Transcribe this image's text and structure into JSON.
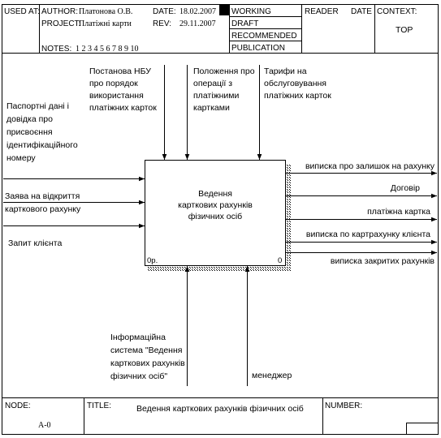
{
  "header": {
    "used_at": "USED AT:",
    "author_label": "AUTHOR:",
    "author_value": "Платонова О.В.",
    "date_label": "DATE:",
    "date_value": "18.02.2007",
    "project_label": "PROJECT:",
    "project_value": "Платіжні карти",
    "rev_label": "REV:",
    "rev_value": "29.11.2007",
    "notes_label": "NOTES:",
    "notes_value": "1 2 3 4 5 6 7 8 9 10",
    "status": [
      "WORKING",
      "DRAFT",
      "RECOMMENDED",
      "PUBLICATION"
    ],
    "reader_label": "READER",
    "reader_date_label": "DATE",
    "context_label": "CONTEXT:",
    "context_value": "TOP"
  },
  "diagram": {
    "activity": {
      "lines": [
        "Ведення",
        "карткових рахунків",
        "фізичних осіб"
      ],
      "left_tag": "0р.",
      "number": "0"
    },
    "controls": [
      {
        "lines": [
          "Постанова НБУ",
          "про порядок",
          "використання",
          "платіжних карток"
        ]
      },
      {
        "lines": [
          "Положення про",
          "операції з",
          "платіжними",
          "картками"
        ]
      },
      {
        "lines": [
          "Тарифи на",
          "обслуговування",
          "платіжних карток"
        ]
      }
    ],
    "inputs": [
      {
        "lines": [
          "Паспортні дані і",
          "довідка про",
          "присвоєння",
          "ідентифікаційного",
          "номеру"
        ]
      },
      {
        "lines": [
          "Заява на відкриття",
          "карткового рахунку"
        ]
      },
      {
        "lines": [
          "Запит клієнта"
        ]
      }
    ],
    "outputs": [
      {
        "label": "виписка про залишок на рахунку"
      },
      {
        "label": "Договір"
      },
      {
        "label": "платіжна картка"
      },
      {
        "label": "виписка по картрахунку клієнта"
      },
      {
        "label": "виписка закритих рахунків"
      }
    ],
    "mechanisms": [
      {
        "lines": [
          "Інформаційна",
          "система \"Ведення",
          "карткових рахунків",
          "фізичних осіб\""
        ]
      },
      {
        "lines": [
          "менеджер"
        ]
      }
    ]
  },
  "footer": {
    "node_label": "NODE:",
    "node_value": "А-0",
    "title_label": "TITLE:",
    "title_value": "Ведення карткових рахунків фізичних осіб",
    "number_label": "NUMBER:"
  }
}
